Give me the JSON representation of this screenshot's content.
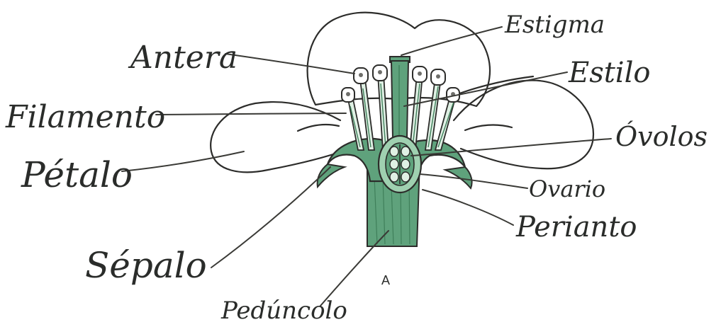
{
  "labels": {
    "estigma": "Estigma",
    "antera": "Antera",
    "estilo": "Estilo",
    "filamento": "Filamento",
    "ovulos": "Óvolos",
    "petalo": "Pétalo",
    "ovario": "Ovario",
    "perianto": "Perianto",
    "sepalo": "Sépalo",
    "pedunculo": "Pedúncolo",
    "figure_letter": "A"
  },
  "colors": {
    "green": "#5fa27c",
    "green_dark": "#3f7f5a",
    "green_light": "#9fd0b0",
    "ink": "#2a2c2a",
    "paper": "#ffffff"
  }
}
